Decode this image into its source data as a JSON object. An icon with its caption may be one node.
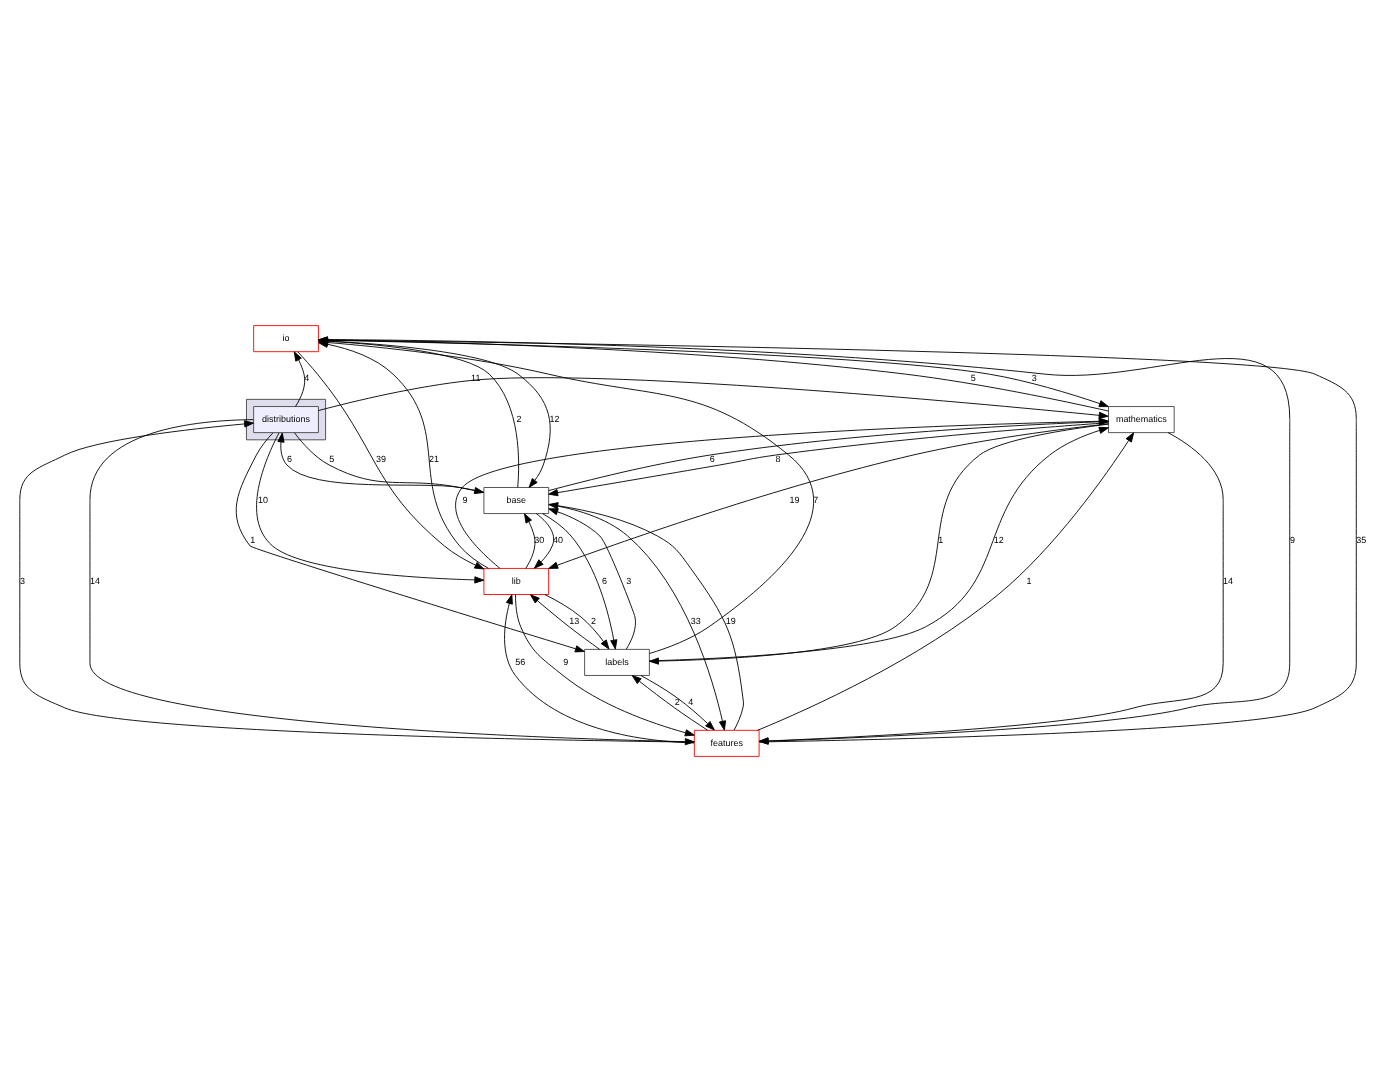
{
  "diagram": {
    "nodes": [
      {
        "text": [],
        "shape": "box"
      },
      {
        "text": [
          "distributions"
        ],
        "in": 0
      },
      {
        "text": [
          "io"
        ]
      },
      {
        "text": [
          "mathematics"
        ]
      },
      {
        "text": [
          "features"
        ]
      },
      {
        "text": [
          "labels"
        ]
      },
      {
        "text": [
          "lib"
        ]
      },
      {
        "text": [
          "base"
        ]
      }
    ],
    "edges": [
      {
        "from": 1,
        "to": 2,
        "arrow": "to",
        "label": "4"
      },
      {
        "from": 5,
        "to": 2,
        "arrow": "to",
        "label": "7"
      },
      {
        "from": 4,
        "to": 2,
        "arrow": "to",
        "label": "35"
      },
      {
        "from": 2,
        "to": 4,
        "arrow": "to",
        "label": "9"
      },
      {
        "from": 2,
        "to": 3,
        "arrow": "to",
        "label": "3"
      },
      {
        "from": 3,
        "to": 2,
        "arrow": "to",
        "label": "5"
      },
      {
        "from": 6,
        "to": 2,
        "arrow": "to",
        "label": "21"
      },
      {
        "from": 7,
        "to": 2,
        "arrow": "to",
        "label": "2"
      },
      {
        "from": 2,
        "to": 7,
        "arrow": "to",
        "label": "12"
      },
      {
        "from": 2,
        "to": 6,
        "arrow": "to",
        "label": "39"
      },
      {
        "from": 1,
        "to": 3,
        "arrow": "to",
        "label": "11"
      },
      {
        "from": 3,
        "to": 4,
        "arrow": "to",
        "label": "14"
      },
      {
        "from": 4,
        "to": 3,
        "arrow": "to",
        "label": "1"
      },
      {
        "from": 4,
        "to": 1,
        "arrow": "to",
        "label": "3"
      },
      {
        "from": 1,
        "to": 4,
        "arrow": "to",
        "label": "14"
      },
      {
        "from": 7,
        "to": 1,
        "arrow": "to",
        "label": "6"
      },
      {
        "from": 1,
        "to": 7,
        "arrow": "to",
        "label": "5"
      },
      {
        "from": 1,
        "to": 5,
        "arrow": "to",
        "label": "1"
      },
      {
        "from": 1,
        "to": 6,
        "arrow": "to",
        "label": "10"
      },
      {
        "from": 4,
        "to": 5,
        "arrow": "to",
        "label": "2"
      },
      {
        "from": 5,
        "to": 4,
        "arrow": "to",
        "label": "4"
      },
      {
        "from": 6,
        "to": 4,
        "arrow": "to",
        "label": "9"
      },
      {
        "from": 3,
        "to": 5,
        "arrow": "to",
        "label": "1"
      },
      {
        "from": 7,
        "to": 4,
        "arrow": "to",
        "label": "33"
      },
      {
        "from": 4,
        "to": 7,
        "arrow": "to",
        "label": "19"
      },
      {
        "from": 5,
        "to": 3,
        "arrow": "to",
        "label": "12"
      },
      {
        "from": 6,
        "to": 3,
        "arrow": "to",
        "label": "9"
      },
      {
        "from": 7,
        "to": 3,
        "arrow": "to",
        "label": "6"
      },
      {
        "from": 3,
        "to": 6,
        "arrow": "to",
        "label": "19"
      },
      {
        "from": 4,
        "to": 6,
        "arrow": "to",
        "label": "56"
      },
      {
        "from": 5,
        "to": 6,
        "arrow": "to",
        "label": "13"
      },
      {
        "from": 6,
        "to": 5,
        "arrow": "to",
        "label": "2"
      },
      {
        "from": 7,
        "to": 5,
        "arrow": "to",
        "label": "6"
      },
      {
        "from": 5,
        "to": 7,
        "arrow": "to",
        "label": "3"
      },
      {
        "from": 3,
        "to": 7,
        "arrow": "to",
        "label": "8"
      },
      {
        "from": 6,
        "to": 7,
        "arrow": "to",
        "label": "30"
      },
      {
        "from": 7,
        "to": 6,
        "arrow": "to",
        "label": "40"
      }
    ]
  }
}
